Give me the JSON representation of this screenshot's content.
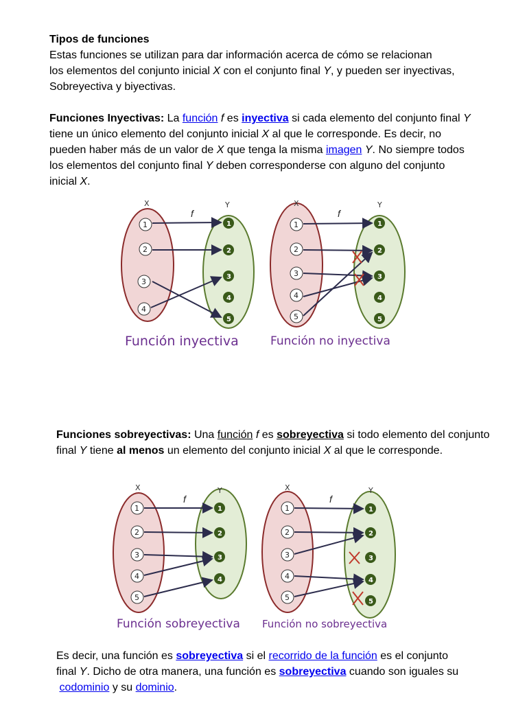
{
  "title": "Tipos de funciones",
  "intro": {
    "l1": "Estas funciones se utilizan para dar información acerca de cómo se relacionan",
    "l2a": " los elementos del conjunto inicial ",
    "x": "X",
    "l2b": " con el conjunto final ",
    "y": "Y",
    "l2c": ", y pueden ser inyectivas,",
    "l3": "Sobreyectiva y biyectivas."
  },
  "iny": {
    "head": "Funciones Inyectivas:",
    "t1": " La ",
    "link_funcion": "función",
    "f": "f",
    "t2": " es ",
    "link_inyectiva": "inyectiva",
    "t3": " si cada elemento del conjunto final ",
    "y": "Y",
    "t4": "tiene un único elemento del conjunto inicial ",
    "x": "X",
    "t5": " al que le corresponde. Es decir, no",
    "t6": "pueden haber más de un valor de ",
    "t7": " que tenga la misma ",
    "link_imagen": "imagen",
    "t8": ". No siempre todos",
    "t9": "los elementos del conjunto final ",
    "t10": " deben corresponderse con alguno del conjunto",
    "t11": "inicial ",
    "t12": "."
  },
  "diagram1": {
    "caption_left": "Función inyectiva",
    "caption_right": "Función no inyectiva",
    "set_x": "X",
    "set_y": "Y",
    "f": "f",
    "left_nums": [
      "1",
      "2",
      "3",
      "4"
    ],
    "right_nums": [
      "1",
      "2",
      "3",
      "4",
      "5"
    ],
    "left_nums_b": [
      "1",
      "2",
      "3",
      "4",
      "5"
    ],
    "right_nums_b": [
      "1",
      "2",
      "3",
      "4",
      "5"
    ]
  },
  "sob": {
    "head": "Funciones sobreyectivas:",
    "t1": " Una ",
    "funcion": "función",
    "f": "f",
    "t2": " es ",
    "sobreyectiva": "sobreyectiva",
    "t3": " si todo elemento del conjunto",
    "t4": "final ",
    "y": "Y",
    "t5": " tiene ",
    "al_menos": "al menos",
    "t6": " un elemento del conjunto inicial ",
    "x": "X",
    "t7": " al que le corresponde."
  },
  "diagram2": {
    "caption_left": "Función sobreyectiva",
    "caption_right": "Función no sobreyectiva",
    "set_x": "X",
    "set_y": "Y",
    "f": "f",
    "left_nums": [
      "1",
      "2",
      "3",
      "4",
      "5"
    ],
    "right_nums": [
      "1",
      "2",
      "3",
      "4"
    ],
    "right_nums_b": [
      "1",
      "2",
      "3",
      "4",
      "5"
    ]
  },
  "final": {
    "t1": "Es decir, una función es ",
    "sobreyectiva": "sobreyectiva",
    "t2": " si el ",
    "recorrido": "recorrido de la función",
    "t3": " es el conjunto",
    "t4": "final ",
    "y": "Y",
    "t5": ". Dicho de otra manera, una función es ",
    "t6": " cuando son iguales su",
    "codominio": "codominio",
    "t7": " y su ",
    "dominio": "dominio",
    "t8": "."
  }
}
